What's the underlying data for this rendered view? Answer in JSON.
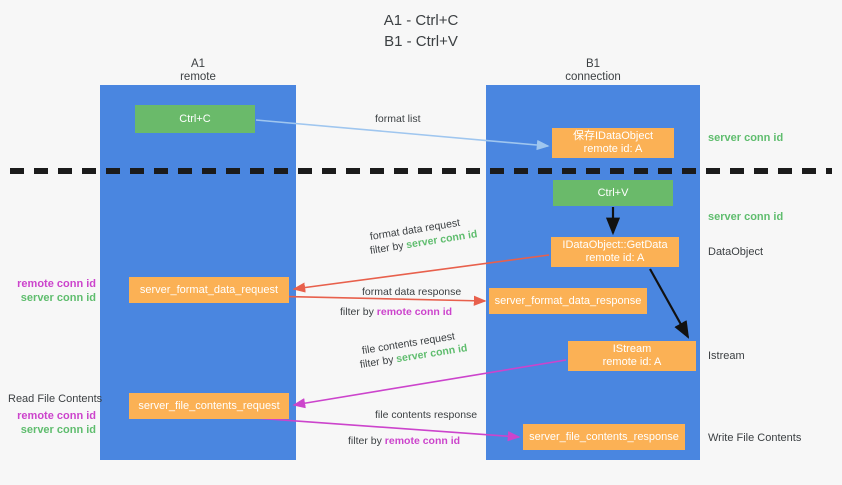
{
  "title": {
    "line1": "A1 - Ctrl+C",
    "line2": "B1 - Ctrl+V"
  },
  "lanes": [
    {
      "id": "a1",
      "name": "A1",
      "role": "remote",
      "color": "#4a86e0"
    },
    {
      "id": "b1",
      "name": "B1",
      "role": "connection",
      "color": "#4a86e0"
    }
  ],
  "nodes": {
    "ctrl_c": {
      "label": "Ctrl+C",
      "color": "#6aba6a"
    },
    "save_dataobject": {
      "label": "保存IDataObject",
      "sub": "remote id: A",
      "color": "#fbb155"
    },
    "ctrl_v": {
      "label": "Ctrl+V",
      "color": "#6aba6a"
    },
    "getdata": {
      "label": "IDataObject::GetData",
      "sub": "remote id: A",
      "color": "#fbb155"
    },
    "format_data_request": {
      "label": "server_format_data_request",
      "color": "#fbb155"
    },
    "format_data_response": {
      "label": "server_format_data_response",
      "color": "#fbb155"
    },
    "istream": {
      "label": "IStream",
      "sub": "remote id: A",
      "color": "#fbb155"
    },
    "file_contents_request": {
      "label": "server_file_contents_request",
      "color": "#fbb155"
    },
    "file_contents_response": {
      "label": "server_file_contents_response",
      "color": "#fbb155"
    }
  },
  "edge_labels": {
    "format_list": "format list",
    "format_data_request": "format data request",
    "format_data_request_filter_prefix": "filter by ",
    "format_data_request_filter_value": "server conn id",
    "format_data_response": "format data response",
    "format_data_response_filter_prefix": "filter by ",
    "format_data_response_filter_value": "remote conn id",
    "file_contents_request": "file contents request",
    "file_contents_request_filter_prefix": "filter by ",
    "file_contents_request_filter_value": "server conn id",
    "file_contents_response": "file contents response",
    "file_contents_response_filter_prefix": "filter by ",
    "file_contents_response_filter_value": "remote conn id"
  },
  "side_labels": {
    "server_conn_id_top": "server conn id",
    "server_conn_id_mid": "server conn id",
    "dataobject": "DataObject",
    "istream": "Istream",
    "write_file_contents": "Write File Contents",
    "read_file_contents": "Read File Contents",
    "remote_conn_id": "remote conn id",
    "server_conn_id": "server conn id"
  },
  "colors": {
    "lane": "#4a86e0",
    "green_node": "#6aba6a",
    "orange_node": "#fbb155",
    "green_text": "#5fbd6e",
    "magenta_text": "#cc44cc",
    "arrow_blue": "#9fc6ef",
    "arrow_red": "#e8604c",
    "arrow_magenta": "#cc44cc",
    "arrow_black": "#111111",
    "background": "#f7f7f7"
  }
}
